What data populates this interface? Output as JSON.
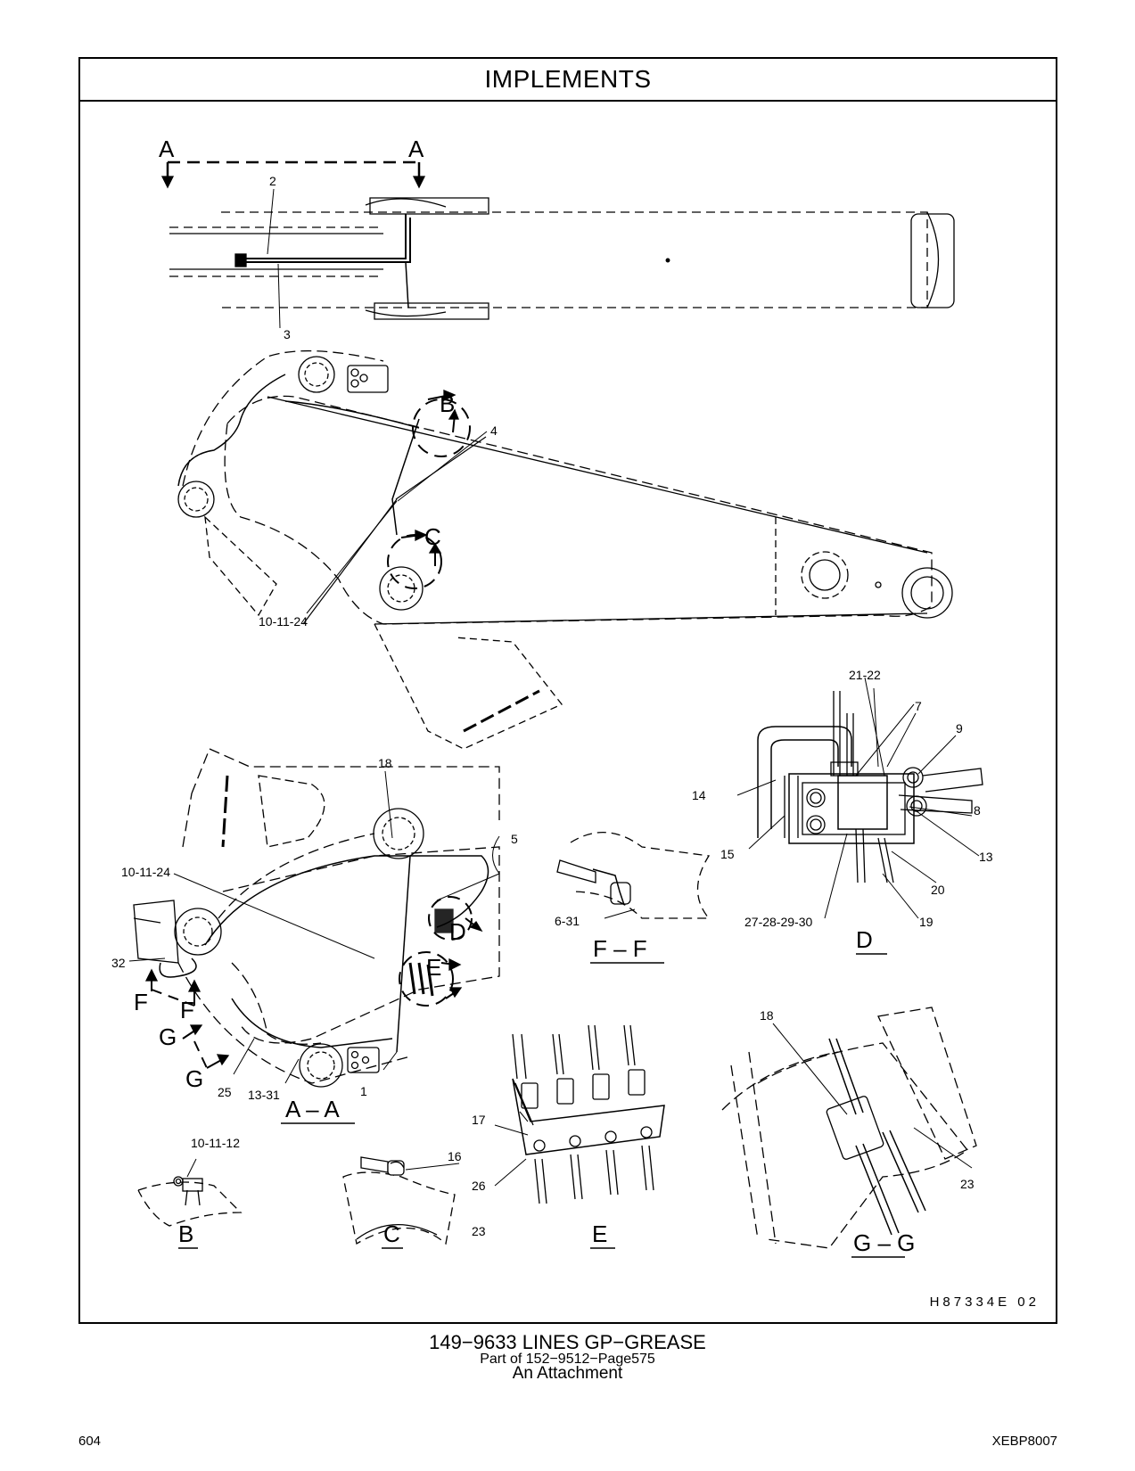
{
  "header": {
    "title": "IMPLEMENTS"
  },
  "views": {
    "aa_top_left": "A",
    "aa_top_right": "A",
    "b_marker": "B",
    "c_marker": "C",
    "d_marker": "D",
    "e_marker": "E",
    "f_marker_1": "F",
    "f_marker_2": "F",
    "g_marker_1": "G",
    "g_marker_2": "G",
    "aa_title": "A – A",
    "ff_title": "F – F",
    "d_title": "D",
    "b_title": "B",
    "c_title": "C",
    "e_title": "E",
    "gg_title": "G – G"
  },
  "callouts": {
    "c2": "2",
    "c3": "3",
    "c4": "4",
    "c1": "1",
    "c5": "5",
    "c18a": "18",
    "c18b": "18",
    "c10_11_24a": "10-11-24",
    "c10_11_24b": "10-11-24",
    "c10_11_12": "10-11-12",
    "c32": "32",
    "c25": "25",
    "c13_31": "13-31",
    "c6_31": "6-31",
    "c21_22": "21-22",
    "c7": "7",
    "c9": "9",
    "c8": "8",
    "c13": "13",
    "c14": "14",
    "c15": "15",
    "c20": "20",
    "c19": "19",
    "c27_30": "27-28-29-30",
    "c16": "16",
    "c17": "17",
    "c26": "26",
    "c23a": "23",
    "c23b": "23"
  },
  "illustration_code": "H87334E  02",
  "footer": {
    "part_line": "149−9633   LINES  GP−GREASE",
    "part_of": "Part of 152−9512−Page575",
    "attachment": "An Attachment",
    "page_number": "604",
    "doc_number": "XEBP8007"
  }
}
